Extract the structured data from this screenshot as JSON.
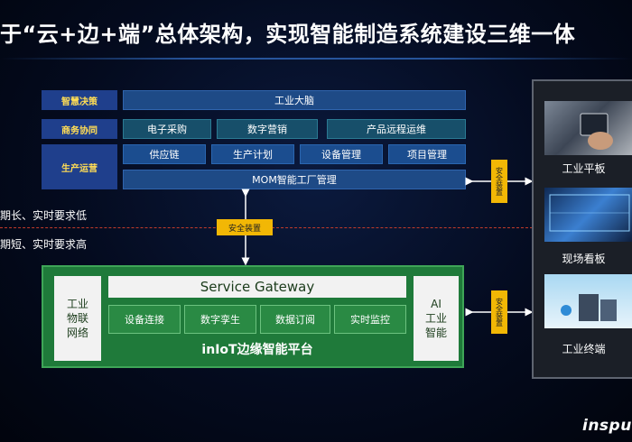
{
  "title": "于“云+边+端”总体架构，实现智能制造系统建设三维一体",
  "cloud": {
    "labels": {
      "decision": "智慧决策",
      "collab": "商务协同",
      "production": "生产运营"
    },
    "row1": {
      "industrial_brain": "工业大脑"
    },
    "row2": [
      "电子采购",
      "数字营销",
      "产品远程运维"
    ],
    "row3": [
      "供应链",
      "生产计划",
      "设备管理",
      "项目管理"
    ],
    "mom": "MOM智能工厂管理"
  },
  "divider": {
    "upper_text": "期长、实时要求低",
    "lower_text": "期短、实时要求高"
  },
  "badges": {
    "center": "安全装置",
    "right_top": "安全装置",
    "right_bottom": "安全装置"
  },
  "edge": {
    "left_box": "工业\n物联\n网络",
    "gateway": "Service Gateway",
    "cells": [
      "设备连接",
      "数字孪生",
      "数据订阅",
      "实时监控"
    ],
    "platform_name": "inIoT边缘智能平台",
    "right_box": "AI\n工业\n智能"
  },
  "devices": [
    {
      "label": "工业平板",
      "icon": "tablet-photo"
    },
    {
      "label": "现场看板",
      "icon": "screen-photo"
    },
    {
      "label": "工业终端",
      "icon": "terminal-photo"
    }
  ],
  "logo": "inspu",
  "colors": {
    "background": "#040b1f",
    "cloud_label": "#1f3f8c",
    "cloud_label_text": "#ffdd55",
    "cloud_cell": "#1b4d8f",
    "edge_green": "#1f7a3a",
    "badge": "#f2b705",
    "divider": "#c13b2a"
  }
}
